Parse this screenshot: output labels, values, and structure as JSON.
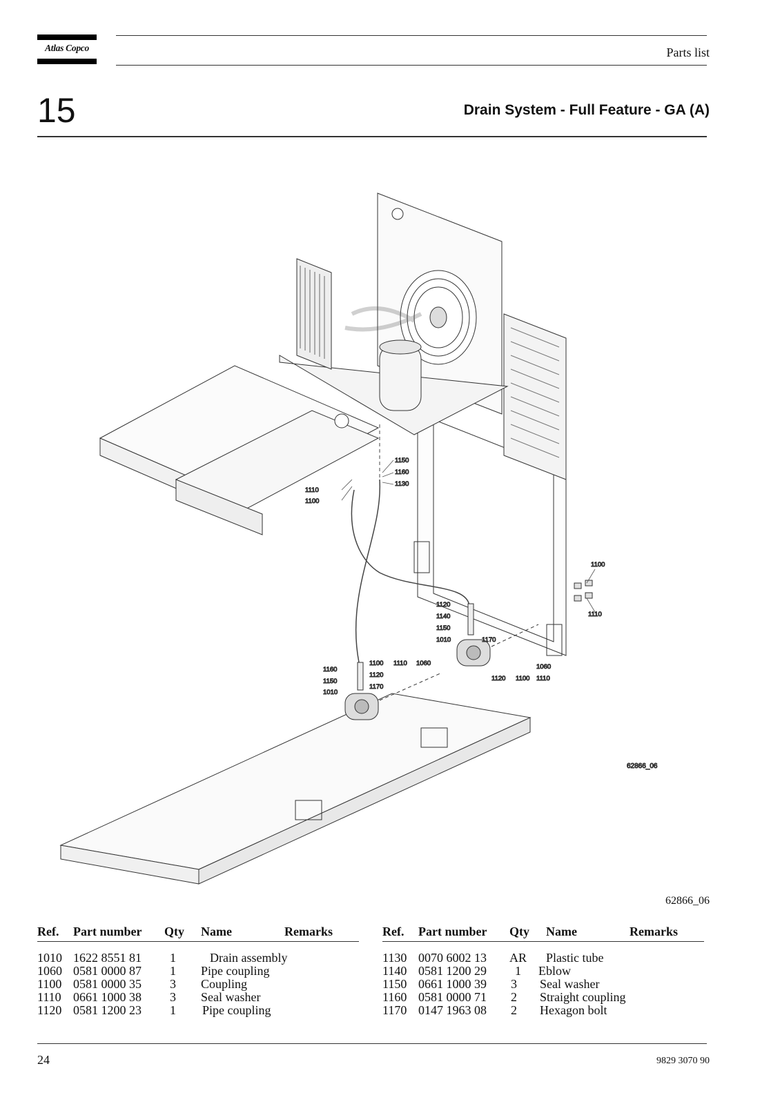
{
  "header": {
    "logo_text": "Atlas Copco",
    "label": "Parts list"
  },
  "section": {
    "number": "15",
    "title": "Drain System - Full Feature - GA (A)"
  },
  "figure": {
    "code_inner": "62866_06",
    "code": "62866_06",
    "callouts": [
      "1150",
      "1160",
      "1130",
      "1110",
      "1100",
      "1100",
      "1110",
      "1120",
      "1140",
      "1150",
      "1010",
      "1170",
      "1160",
      "1150",
      "1010",
      "1100",
      "1120",
      "1110",
      "1060",
      "1170",
      "1120",
      "1100",
      "1060",
      "1110"
    ]
  },
  "table_headers": {
    "ref": "Ref.",
    "part_number": "Part number",
    "qty": "Qty",
    "name": "Name",
    "remarks": "Remarks"
  },
  "parts_left": [
    {
      "ref": "1010",
      "part_number": "1622 8551 81",
      "qty": "1",
      "name": "Drain assembly",
      "remarks": ""
    },
    {
      "ref": "1060",
      "part_number": "0581 0000 87",
      "qty": "1",
      "name": "Pipe coupling",
      "remarks": ""
    },
    {
      "ref": "1100",
      "part_number": "0581 0000 35",
      "qty": "3",
      "name": "Coupling",
      "remarks": ""
    },
    {
      "ref": "1110",
      "part_number": "0661 1000 38",
      "qty": "3",
      "name": "Seal washer",
      "remarks": ""
    },
    {
      "ref": "1120",
      "part_number": "0581 1200 23",
      "qty": "1",
      "name": "Pipe coupling",
      "remarks": ""
    }
  ],
  "parts_right": [
    {
      "ref": "1130",
      "part_number": "0070 6002 13",
      "qty": "AR",
      "name": "Plastic tube",
      "remarks": ""
    },
    {
      "ref": "1140",
      "part_number": "0581 1200 29",
      "qty": "1",
      "name": "Eblow",
      "remarks": ""
    },
    {
      "ref": "1150",
      "part_number": "0661 1000 39",
      "qty": "3",
      "name": "Seal washer",
      "remarks": ""
    },
    {
      "ref": "1160",
      "part_number": "0581 0000 71",
      "qty": "2",
      "name": "Straight coupling",
      "remarks": ""
    },
    {
      "ref": "1170",
      "part_number": "0147 1963 08",
      "qty": "2",
      "name": "Hexagon bolt",
      "remarks": ""
    }
  ],
  "footer": {
    "page": "24",
    "document_number": "9829 3070 90"
  }
}
